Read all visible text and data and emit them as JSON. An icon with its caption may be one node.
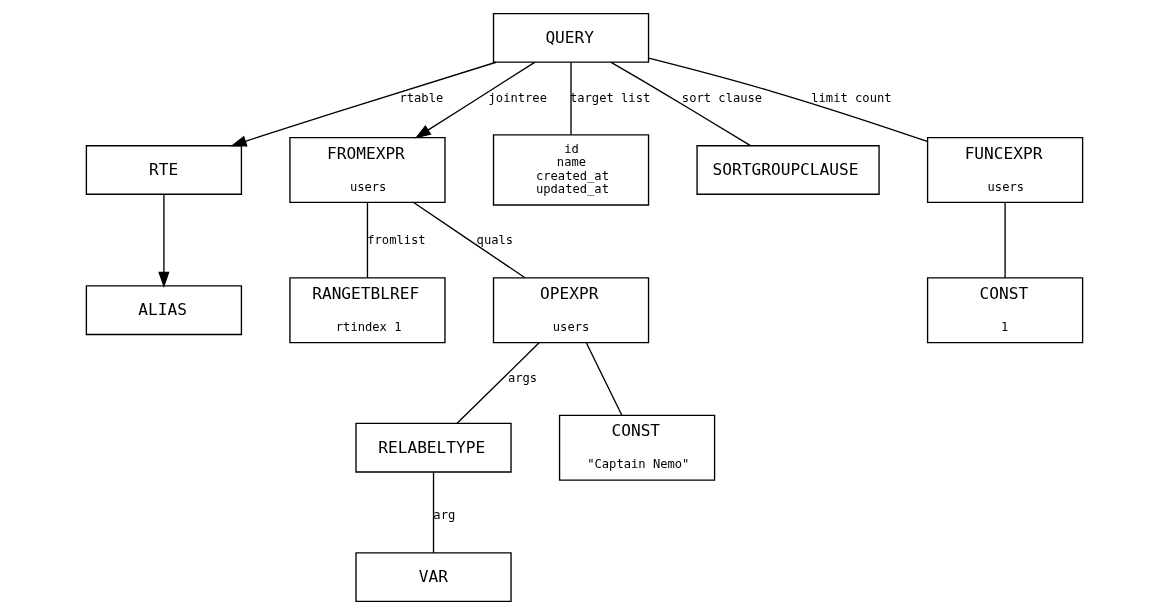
{
  "diagram": {
    "nodes": [
      {
        "text": [
          "QUERY"
        ]
      },
      {
        "text": [
          "RTE"
        ]
      },
      {
        "text": [
          "FROMEXPR",
          "users"
        ]
      },
      {
        "text": [
          "id",
          "name",
          "created_at",
          "updated_at"
        ]
      },
      {
        "text": [
          "SORTGROUPCLAUSE"
        ]
      },
      {
        "text": [
          "FUNCEXPR",
          "users"
        ]
      },
      {
        "text": [
          "ALIAS"
        ]
      },
      {
        "text": [
          "RANGETBLREF",
          "rtindex 1"
        ]
      },
      {
        "text": [
          "OPEXPR",
          "users"
        ]
      },
      {
        "text": [
          "CONST",
          "1"
        ]
      },
      {
        "text": [
          "RELABELTYPE"
        ]
      },
      {
        "text": [
          "CONST",
          "\"Captain Nemo\""
        ]
      },
      {
        "text": [
          "VAR"
        ]
      }
    ],
    "edges": [
      {
        "from": 0,
        "to": 1,
        "arrow": "to",
        "label": "rtable"
      },
      {
        "from": 0,
        "to": 2,
        "arrow": "to",
        "label": "jointree"
      },
      {
        "from": 0,
        "to": 3,
        "arrow": "none",
        "label": "target list"
      },
      {
        "from": 0,
        "to": 4,
        "arrow": "none",
        "label": "sort clause"
      },
      {
        "from": 0,
        "to": 5,
        "arrow": "none",
        "label": "limit count"
      },
      {
        "from": 1,
        "to": 6,
        "arrow": "to"
      },
      {
        "from": 2,
        "to": 7,
        "arrow": "none",
        "label": "fromlist"
      },
      {
        "from": 2,
        "to": 8,
        "arrow": "none",
        "label": "quals"
      },
      {
        "from": 5,
        "to": 9,
        "arrow": "none"
      },
      {
        "from": 8,
        "to": 10,
        "arrow": "none",
        "label": "args"
      },
      {
        "from": 8,
        "to": 11,
        "arrow": "none"
      },
      {
        "from": 10,
        "to": 12,
        "arrow": "none",
        "label": "arg"
      }
    ]
  }
}
